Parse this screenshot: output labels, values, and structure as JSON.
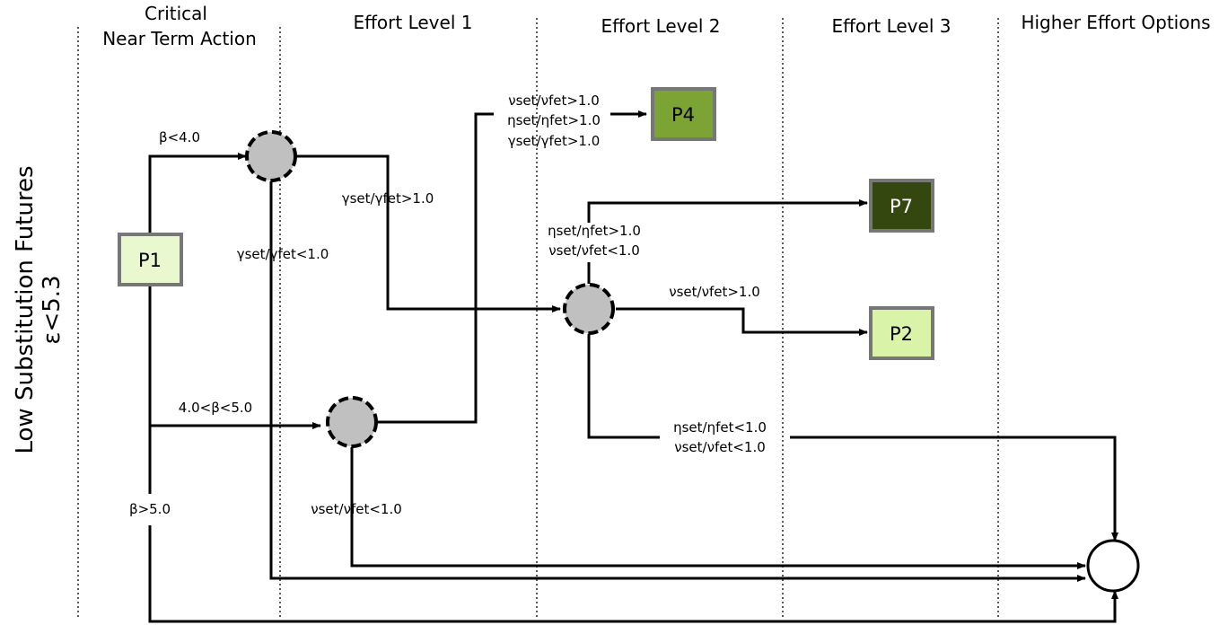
{
  "columns": {
    "critical_line1": "Critical",
    "critical_line2": "Near Term Action",
    "effort1": "Effort Level 1",
    "effort2": "Effort Level 2",
    "effort3": "Effort Level 3",
    "higher": "Higher Effort Options"
  },
  "row_label": {
    "line1": "Low Substitution Futures",
    "line2": "ε<5.3"
  },
  "boxes": {
    "p1": "P1",
    "p2": "P2",
    "p4": "P4",
    "p7": "P7"
  },
  "box_colors": {
    "p1": "#eaf8d0",
    "p2": "#d9f4a8",
    "p4": "#7ba434",
    "p7": "#33470f"
  },
  "box_text_colors": {
    "p1": "#000000",
    "p2": "#000000",
    "p4": "#000000",
    "p7": "#ffffff"
  },
  "edges": {
    "beta_lt_4": "β<4.0",
    "beta_4_5": "4.0<β<5.0",
    "beta_gt_5": "β>5.0",
    "gamma_gt_1": "γset/γfet>1.0",
    "gamma_lt_1": "γset/γfet<1.0",
    "p4_cond1": "νset/νfet>1.0",
    "p4_cond2": "ηset/ηfet>1.0",
    "p4_cond3": "γset/γfet>1.0",
    "p7_cond1": "ηset/ηfet>1.0",
    "p7_cond2": "νset/νfet<1.0",
    "p2_cond": "νset/νfet>1.0",
    "nu_lt_1": "νset/νfet<1.0",
    "end_cond1": "ηset/ηfet<1.0",
    "end_cond2": "νset/νfet<1.0"
  }
}
